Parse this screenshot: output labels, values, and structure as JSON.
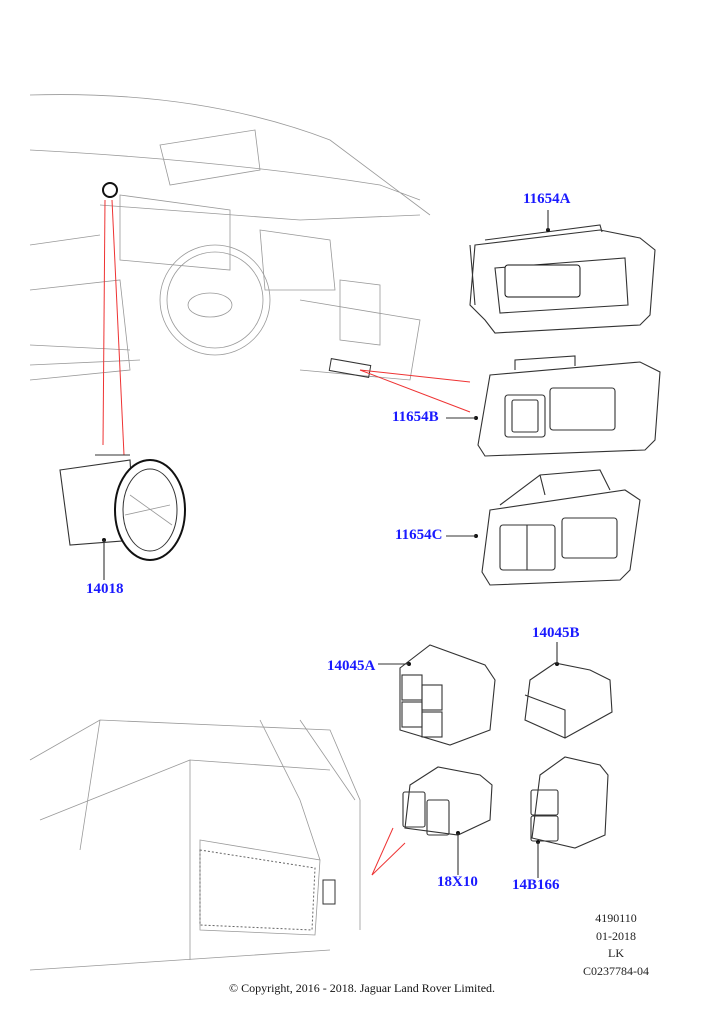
{
  "parts": [
    {
      "id": "11654A"
    },
    {
      "id": "11654B"
    },
    {
      "id": "11654C"
    },
    {
      "id": "14018"
    },
    {
      "id": "14045A"
    },
    {
      "id": "14045B"
    },
    {
      "id": "18X10"
    },
    {
      "id": "14B166"
    }
  ],
  "meta": {
    "illustration_number": "4190110",
    "date": "01-2018",
    "code": "LK",
    "reference": "C0237784-04"
  },
  "copyright": "© Copyright, 2016 - 2018. Jaguar Land Rover Limited.",
  "colors": {
    "label": "#1a1aff",
    "callout": "#e33333"
  }
}
